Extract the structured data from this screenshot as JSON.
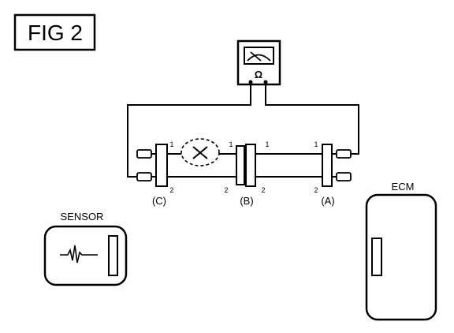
{
  "figure": {
    "label": "FIG 2"
  },
  "meter": {
    "symbol": "Ω"
  },
  "connectors": {
    "c": {
      "label": "(C)",
      "pin1": "1",
      "pin2": "2"
    },
    "b": {
      "label": "(B)",
      "pin1_left": "1",
      "pin2_left": "2",
      "pin1_right": "1",
      "pin2_right": "2"
    },
    "a": {
      "label": "(A)",
      "pin1": "1",
      "pin2": "2"
    }
  },
  "sensor": {
    "label": "SENSOR"
  },
  "ecm": {
    "label": "ECM"
  },
  "colors": {
    "line": "#000000",
    "background": "#ffffff"
  }
}
